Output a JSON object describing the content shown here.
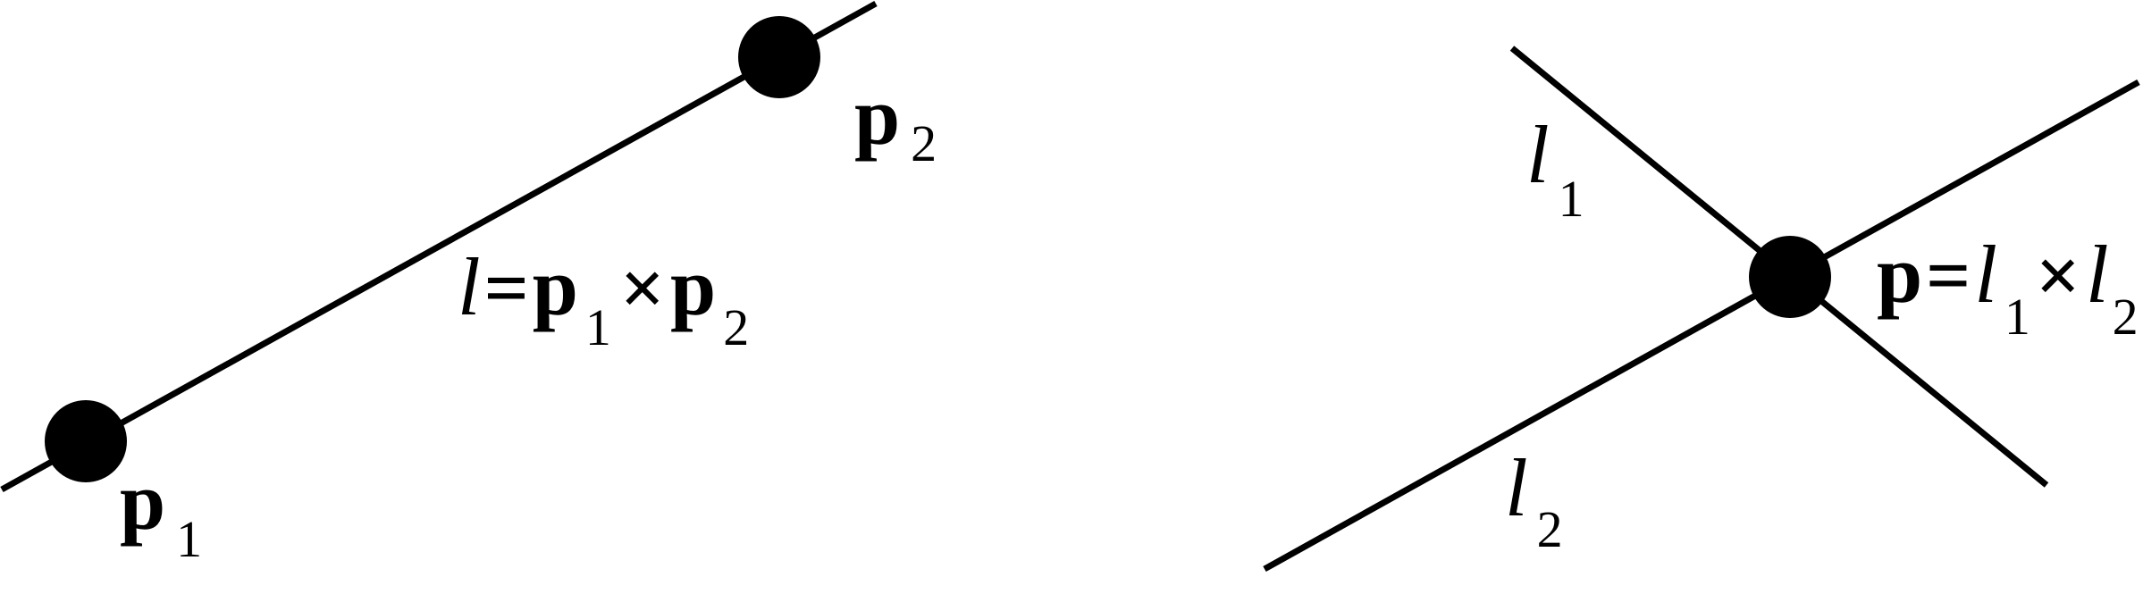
{
  "left_panel": {
    "point1": {
      "symbol": "p",
      "index": "1"
    },
    "point2": {
      "symbol": "p",
      "index": "2"
    },
    "equation": {
      "lhs": "l",
      "equals": "=",
      "term1_symbol": "p",
      "term1_index": "1",
      "cross": "×",
      "term2_symbol": "p",
      "term2_index": "2"
    }
  },
  "right_panel": {
    "line1": {
      "symbol": "l",
      "index": "1"
    },
    "line2": {
      "symbol": "l",
      "index": "2"
    },
    "equation": {
      "lhs": "p",
      "equals": "=",
      "term1_symbol": "l",
      "term1_index": "1",
      "cross": "×",
      "term2_symbol": "l",
      "term2_index": "2"
    }
  },
  "colors": {
    "ink": "#000000",
    "background": "#ffffff"
  }
}
